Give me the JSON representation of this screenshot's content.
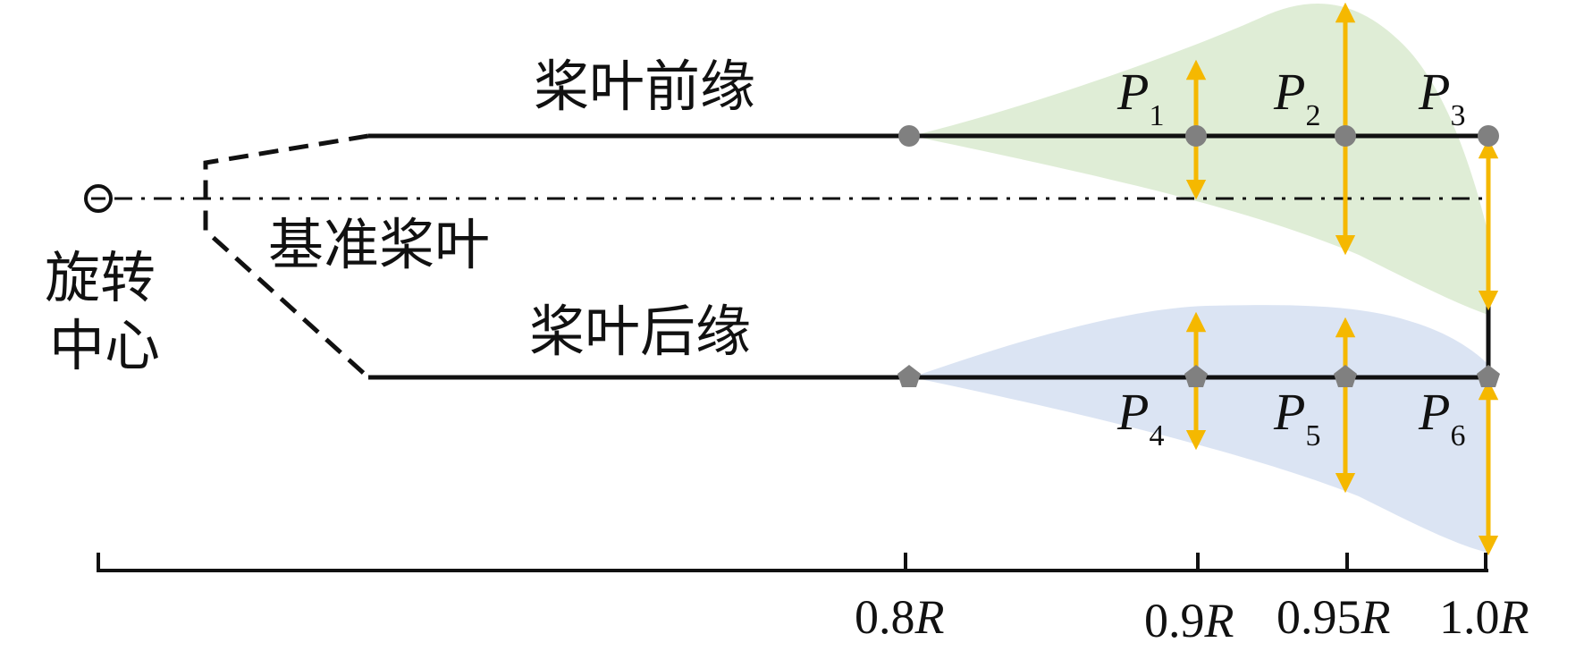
{
  "labels": {
    "leading_edge": "桨叶前缘",
    "reference_blade": "基准桨叶",
    "trailing_edge": "桨叶后缘",
    "rotation_center_line1": "旋转",
    "rotation_center_line2": "中心"
  },
  "points": [
    {
      "letter": "P",
      "sub": "1"
    },
    {
      "letter": "P",
      "sub": "2"
    },
    {
      "letter": "P",
      "sub": "3"
    },
    {
      "letter": "P",
      "sub": "4"
    },
    {
      "letter": "P",
      "sub": "5"
    },
    {
      "letter": "P",
      "sub": "6"
    }
  ],
  "axis_ticks": [
    {
      "num": "0.8",
      "unit": "R"
    },
    {
      "num": "0.9",
      "unit": "R"
    },
    {
      "num": "0.95",
      "unit": "R"
    },
    {
      "num": "1.0",
      "unit": "R"
    }
  ],
  "colors": {
    "line": "#111111",
    "arrow": "#f5b800",
    "marker": "#808080",
    "leading_fill": "#dcebd2",
    "trailing_fill": "#d7e1f2"
  }
}
